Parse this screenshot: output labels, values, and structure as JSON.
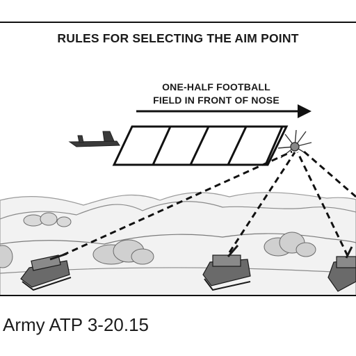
{
  "figure": {
    "title": "RULES FOR SELECTING THE AIM POINT",
    "callout_line_1": "ONE-HALF FOOTBALL",
    "callout_line_2": "FIELD IN FRONT OF NOSE"
  },
  "caption": "Army ATP 3-20.15"
}
